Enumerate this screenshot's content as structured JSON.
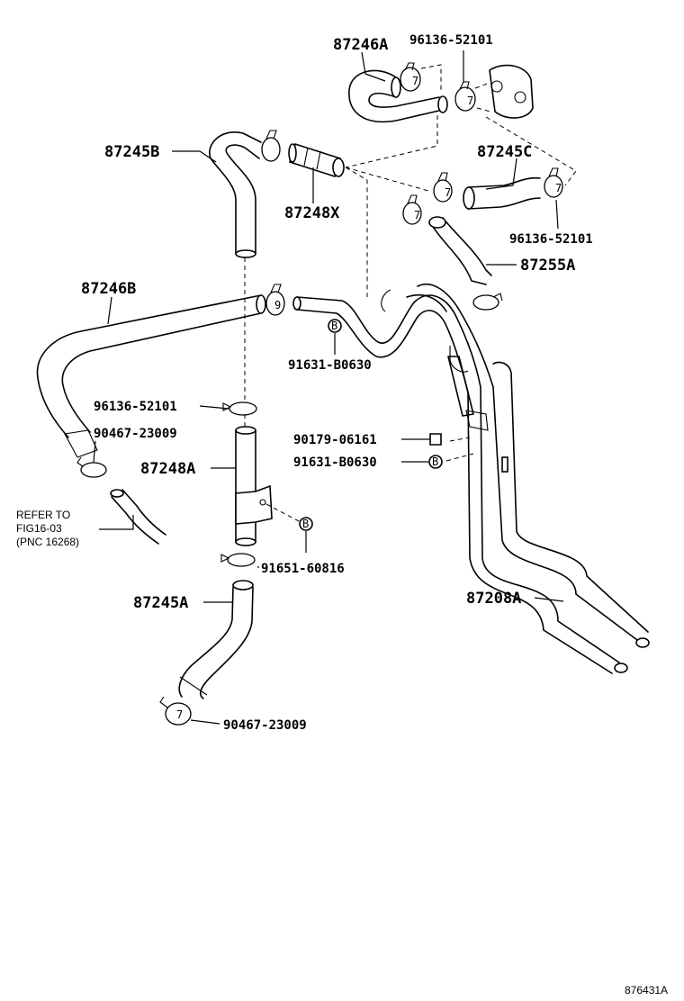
{
  "labels": {
    "p87246A": "87246A",
    "p96136_top": "96136-52101",
    "p87245B": "87245B",
    "p87245C": "87245C",
    "p87248X": "87248X",
    "p96136_right": "96136-52101",
    "p87255A": "87255A",
    "p87246B": "87246B",
    "p91631_a": "91631-B0630",
    "p96136_mid": "96136-52101",
    "p90467_a": "90467-23009",
    "p90179": "90179-06161",
    "p91631_b": "91631-B0630",
    "p87248A": "87248A",
    "p91651": "91651-60816",
    "p87245A": "87245A",
    "p87208A": "87208A",
    "p90467_b": "90467-23009",
    "refer_line1": "REFER TO",
    "refer_line2": "FIG16-03",
    "refer_line3": "(PNC 16268)",
    "bolt_mark": "B",
    "drawing_id": "876431A"
  }
}
